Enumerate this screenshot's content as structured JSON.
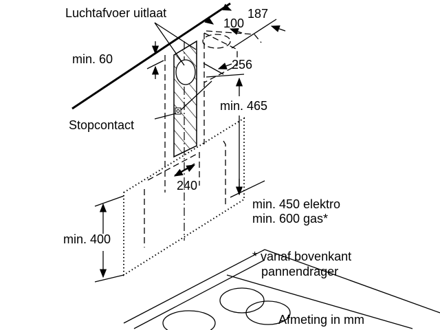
{
  "diagram": {
    "labels": {
      "air_outlet": "Luchtafvoer uitlaat",
      "dim_100": "100",
      "dim_187": "187",
      "min_60": "min. 60",
      "dim_256": "256",
      "min_465": "min. 465",
      "socket": "Stopcontact",
      "dim_240": "240",
      "min_450": "min. 450 elektro",
      "min_600": "min. 600 gas*",
      "min_400": "min. 400",
      "footnote_1": "* vanaf bovenkant",
      "footnote_2": "pannendrager",
      "units": "Afmeting in mm"
    }
  }
}
